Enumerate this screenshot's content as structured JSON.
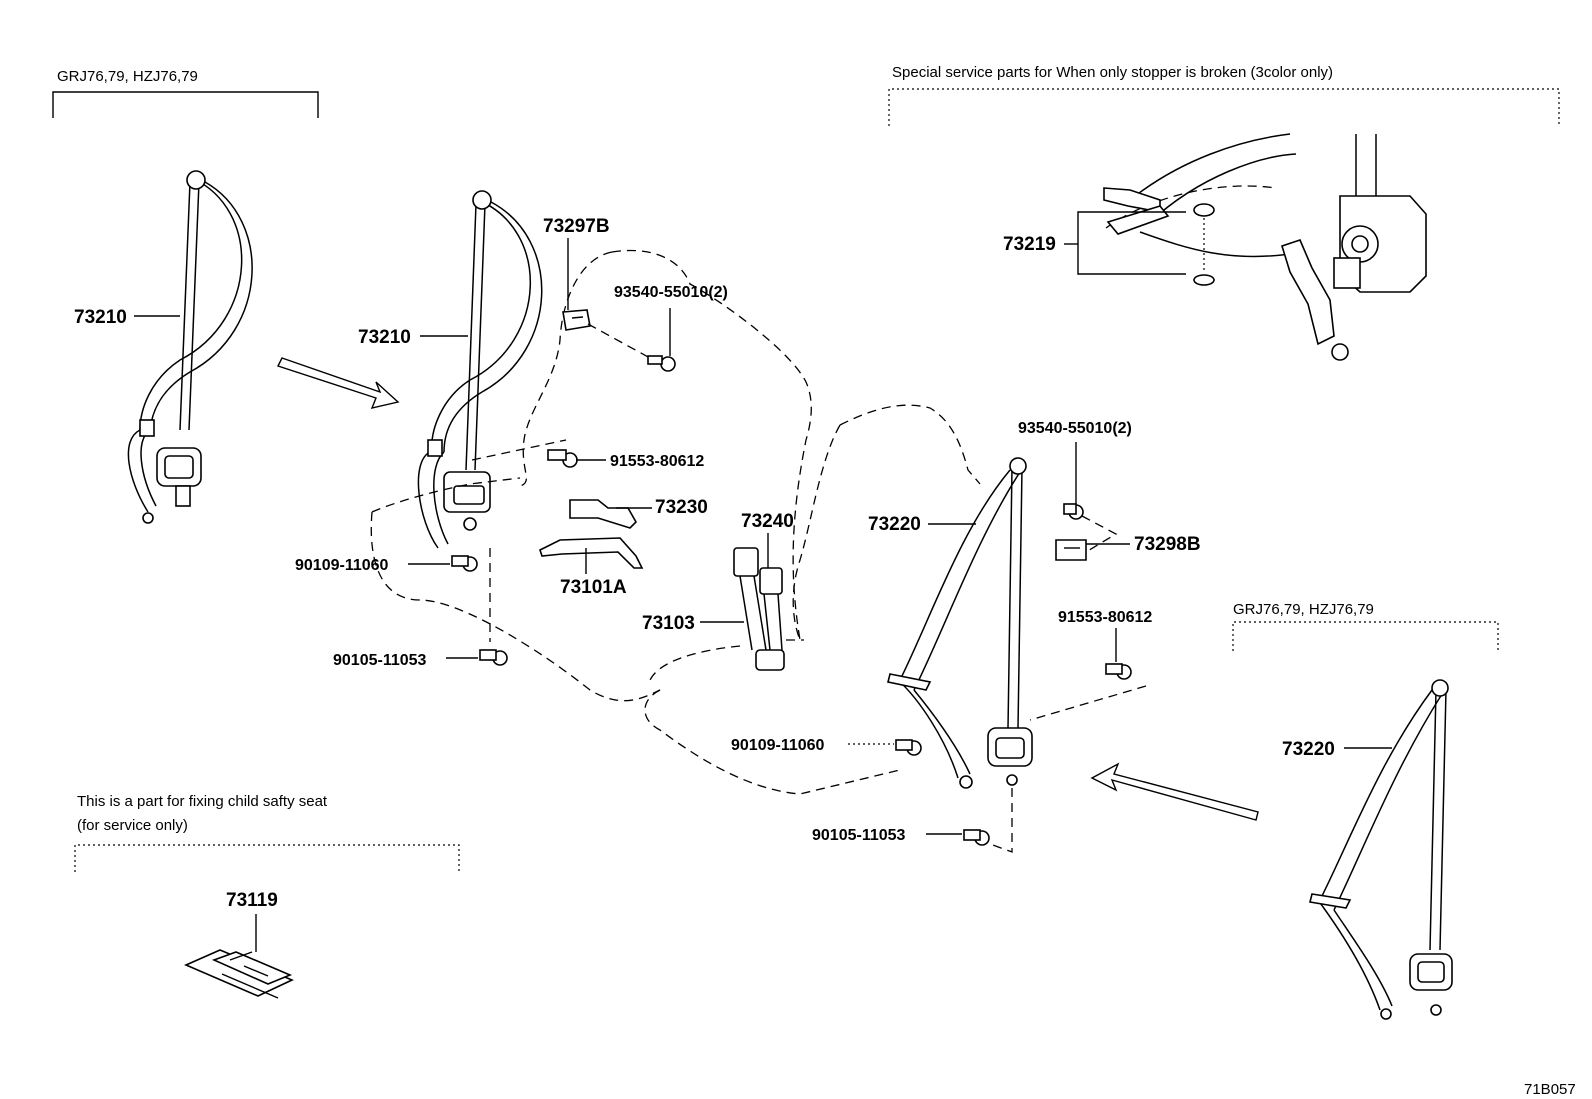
{
  "notes": {
    "variant_top_left": "GRJ76,79, HZJ76,79",
    "variant_right": "GRJ76,79, HZJ76,79",
    "special_service": "Special service parts for When only stopper is broken (3color only)",
    "child_seat_line1": "This is a part for fixing child safty seat",
    "child_seat_line2": "(for service only)",
    "diagram_code": "71B057"
  },
  "parts": {
    "p73210_left": "73210",
    "p73210_center": "73210",
    "p73297B": "73297B",
    "p93540_left": "93540-55010(2)",
    "p91553_left": "91553-80612",
    "p73230": "73230",
    "p73101A": "73101A",
    "p90109_left": "90109-11060",
    "p90105_left": "90105-11053",
    "p73240": "73240",
    "p73103": "73103",
    "p73219": "73219",
    "p93540_right": "93540-55010(2)",
    "p73220_center": "73220",
    "p73298B": "73298B",
    "p91553_right": "91553-80612",
    "p90109_right": "90109-11060",
    "p90105_right": "90105-11053",
    "p73220_right": "73220",
    "p73119": "73119"
  }
}
